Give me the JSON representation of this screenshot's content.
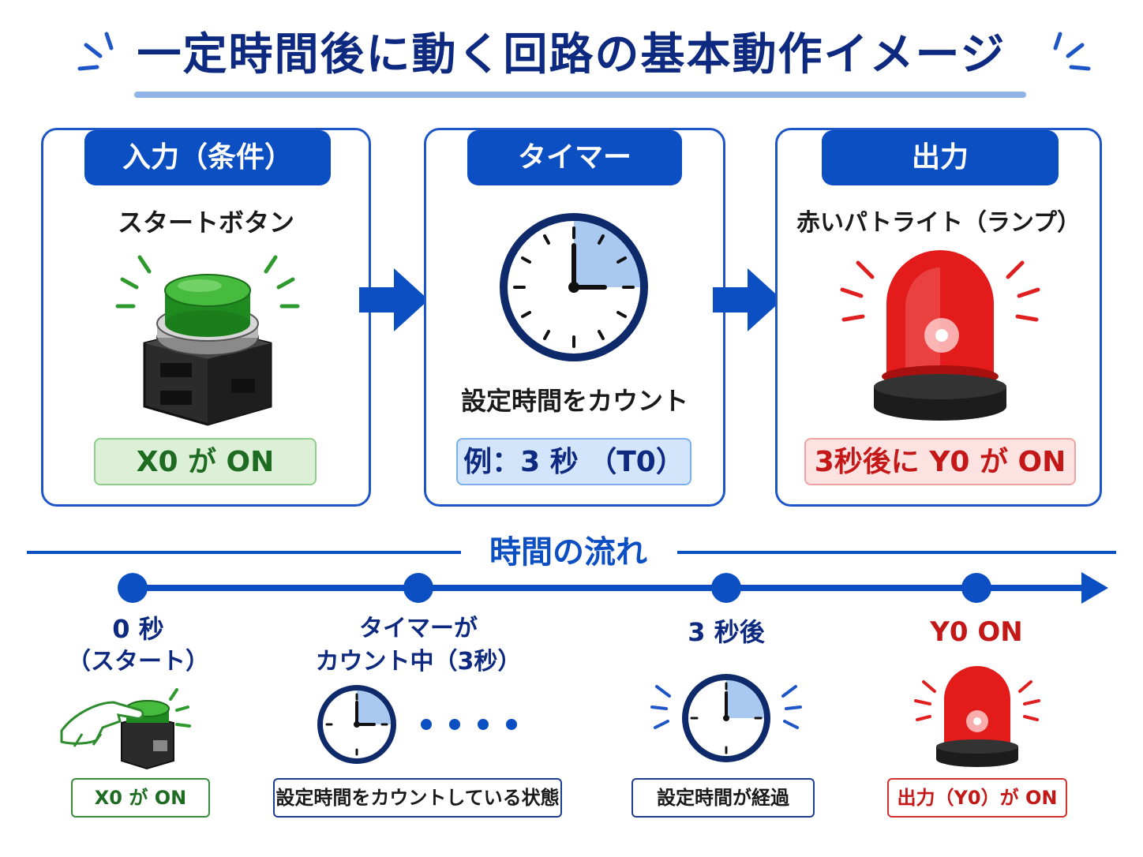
{
  "title": "一定時間後に動く回路の基本動作イメージ",
  "colors": {
    "navy": "#0d2a80",
    "blue": "#0b4fc3",
    "green": "#2e8b2e",
    "red": "#d91c1c"
  },
  "panels": {
    "input": {
      "header": "入力（条件）",
      "subtitle": "スタートボタン",
      "result": "X0 が ON",
      "icon": "green-push-button-icon"
    },
    "timer": {
      "header": "タイマー",
      "subtitle": "設定時間をカウント",
      "result": "例：3 秒 （T0）",
      "icon": "clock-icon"
    },
    "output": {
      "header": "出力",
      "subtitle": "赤いパトライト（ランプ）",
      "result": "3秒後に Y0 が ON",
      "icon": "red-patrol-light-icon"
    }
  },
  "flow": {
    "title": "時間の流れ",
    "steps": [
      {
        "label_line1": "0 秒",
        "label_line2": "（スタート）",
        "box": "X0 が ON"
      },
      {
        "label_line1": "タイマーが",
        "label_line2": "カウント中（3秒）",
        "box": "設定時間をカウントしている状態"
      },
      {
        "label_line1": "3 秒後",
        "label_line2": "",
        "box": "設定時間が経過"
      },
      {
        "label_line1": "Y0 ON",
        "label_line2": "",
        "box": "出力（Y0）が ON"
      }
    ]
  }
}
